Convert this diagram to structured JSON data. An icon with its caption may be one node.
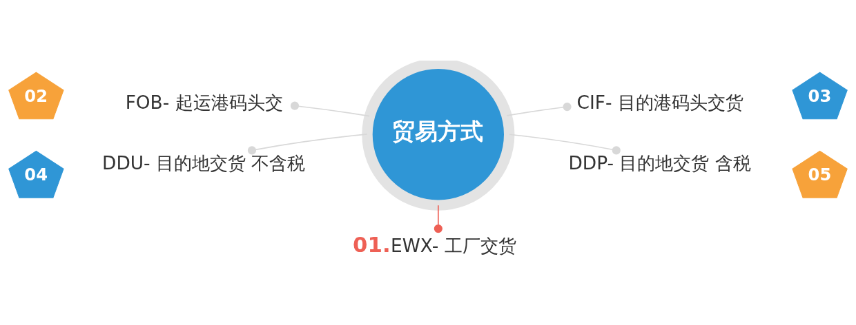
{
  "diagram": {
    "nodes": [
      {
        "text": [
          "贸易方式"
        ]
      },
      {
        "text": [
          "01.",
          "EWX- 工厂交货"
        ]
      },
      {
        "text": [
          "02"
        ]
      },
      {
        "text": [
          "FOB- 起运港码头交"
        ]
      },
      {
        "text": [
          "CIF- 目的港码头交货"
        ]
      },
      {
        "text": [
          "03"
        ]
      },
      {
        "text": [
          "04"
        ]
      },
      {
        "text": [
          "DDU- 目的地交货 不含税"
        ]
      },
      {
        "text": [
          "DDP- 目的地交货 含税"
        ]
      },
      {
        "text": [
          "05"
        ]
      }
    ],
    "edges": [
      {
        "from": 0,
        "to": 1,
        "arrow": "other",
        "color": "#ee6055"
      },
      {
        "from": 0,
        "to": 3,
        "arrow": "other"
      },
      {
        "from": 0,
        "to": 4,
        "arrow": "other"
      },
      {
        "from": 0,
        "to": 7,
        "arrow": "other"
      },
      {
        "from": 0,
        "to": 8,
        "arrow": "other"
      }
    ]
  }
}
